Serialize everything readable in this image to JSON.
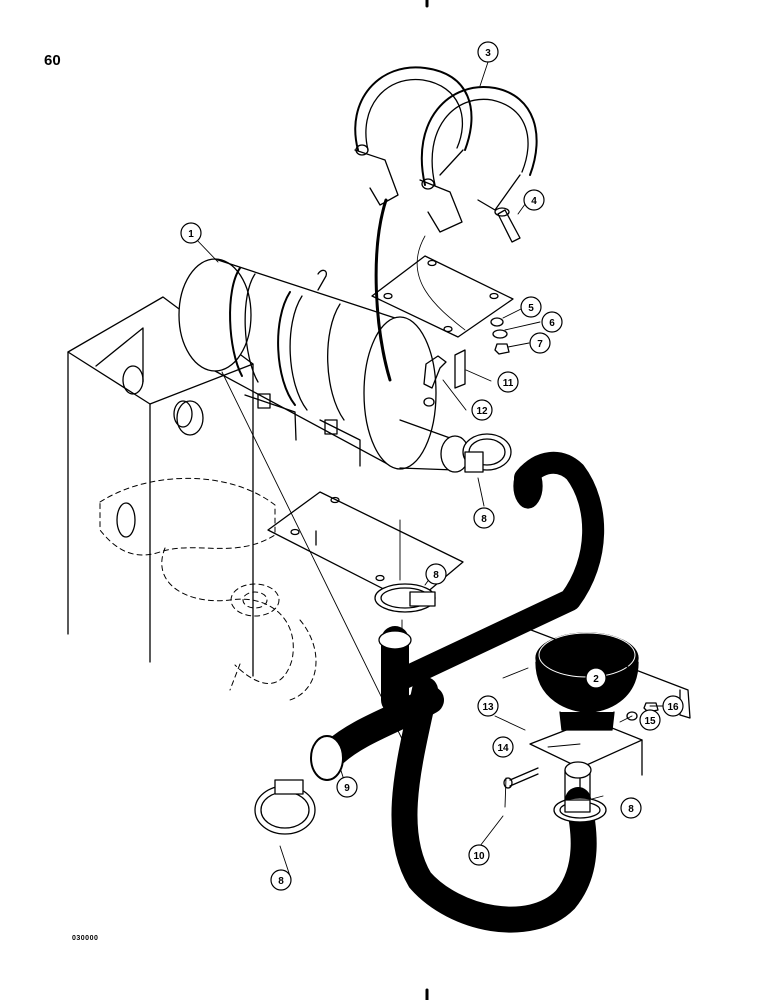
{
  "page_number": "60",
  "figure_code": "030000",
  "colors": {
    "ink": "#000000",
    "paper": "#ffffff"
  },
  "callouts": [
    {
      "id": "1",
      "label": "1"
    },
    {
      "id": "2",
      "label": "2"
    },
    {
      "id": "3",
      "label": "3"
    },
    {
      "id": "4",
      "label": "4"
    },
    {
      "id": "5",
      "label": "5"
    },
    {
      "id": "6",
      "label": "6"
    },
    {
      "id": "7",
      "label": "7"
    },
    {
      "id": "8a",
      "label": "8"
    },
    {
      "id": "8b",
      "label": "8"
    },
    {
      "id": "8c",
      "label": "8"
    },
    {
      "id": "8d",
      "label": "8"
    },
    {
      "id": "9",
      "label": "9"
    },
    {
      "id": "10",
      "label": "10"
    },
    {
      "id": "11",
      "label": "11"
    },
    {
      "id": "12",
      "label": "12"
    },
    {
      "id": "13",
      "label": "13"
    },
    {
      "id": "14",
      "label": "14"
    },
    {
      "id": "15",
      "label": "15"
    },
    {
      "id": "16",
      "label": "16"
    }
  ]
}
